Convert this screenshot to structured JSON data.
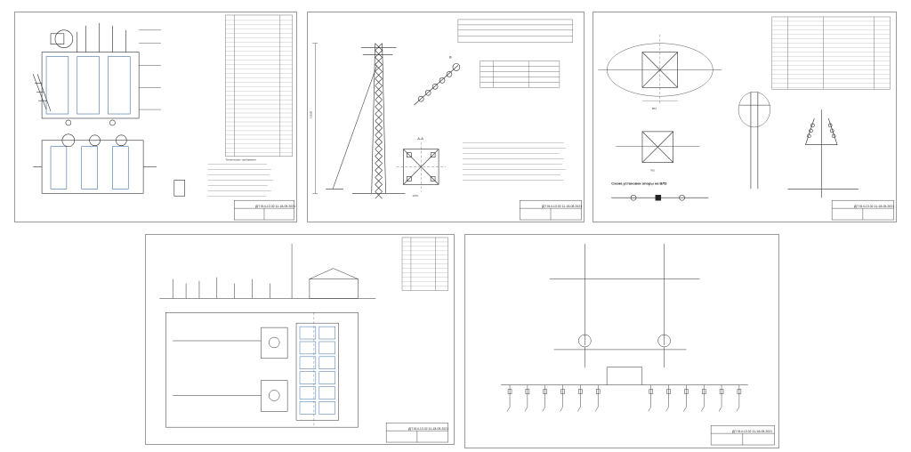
{
  "sheets": {
    "transformer": {
      "stamp": "ДП 014-13.02.11-18-05.2021",
      "notes_title": "Технические требования"
    },
    "tower": {
      "stamp": "ДП 014-13.02.11-18-05.2021",
      "dim_height": "12000",
      "dim_base": "1070",
      "section_label": "А-А",
      "view_label": "В"
    },
    "mount": {
      "stamp": "ДП 014-13.02.11-18-05.2021",
      "scheme_title": "Схема установки опоры на ВЛЗ",
      "dim_w": "854",
      "dim_h": "760"
    },
    "substation": {
      "stamp": "ДП 014-13.02.11-18-05.2021"
    },
    "single_line": {
      "stamp": "ДП 014-13.02.11-18-05.2021"
    }
  }
}
